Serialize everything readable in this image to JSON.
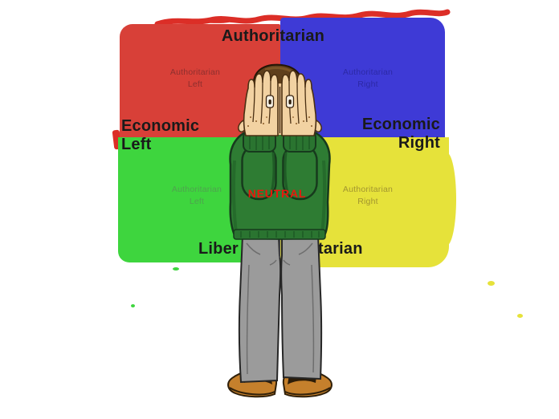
{
  "compass": {
    "axis_labels": {
      "top": "Authoritarian",
      "bottom_left": "Liber",
      "bottom_right": "tarian",
      "left": [
        "Economic",
        "Left"
      ],
      "right": [
        "Economic",
        "Right"
      ]
    },
    "quadrants": {
      "top_left": {
        "color": "#d84038",
        "text_color": "#8e2f2e",
        "label": [
          "Authoritarian",
          "Left"
        ]
      },
      "top_right": {
        "color": "#3e3ad6",
        "text_color": "#2c29a6",
        "label": [
          "Authoritarian",
          "Right"
        ]
      },
      "bottom_left": {
        "color": "#3ed53e",
        "text_color": "#4fa24f",
        "label": [
          "Authoritarian",
          "Left"
        ]
      },
      "bottom_right": {
        "color": "#e6e23a",
        "text_color": "#a2952f",
        "label": [
          "Authoritarian",
          "Right"
        ]
      }
    },
    "scribble_color": "#dc2e27"
  },
  "figure": {
    "sweater_text": "NEUTRAL",
    "sweater_text_color": "#e9170d",
    "sweater_color": "#2e7c33",
    "sweater_dark": "#2a7430",
    "pants_color": "#9b9b9b",
    "shoes_color": "#c5802c",
    "skin_color": "#f2d2a2",
    "hair_color": "#5f3f1c"
  }
}
